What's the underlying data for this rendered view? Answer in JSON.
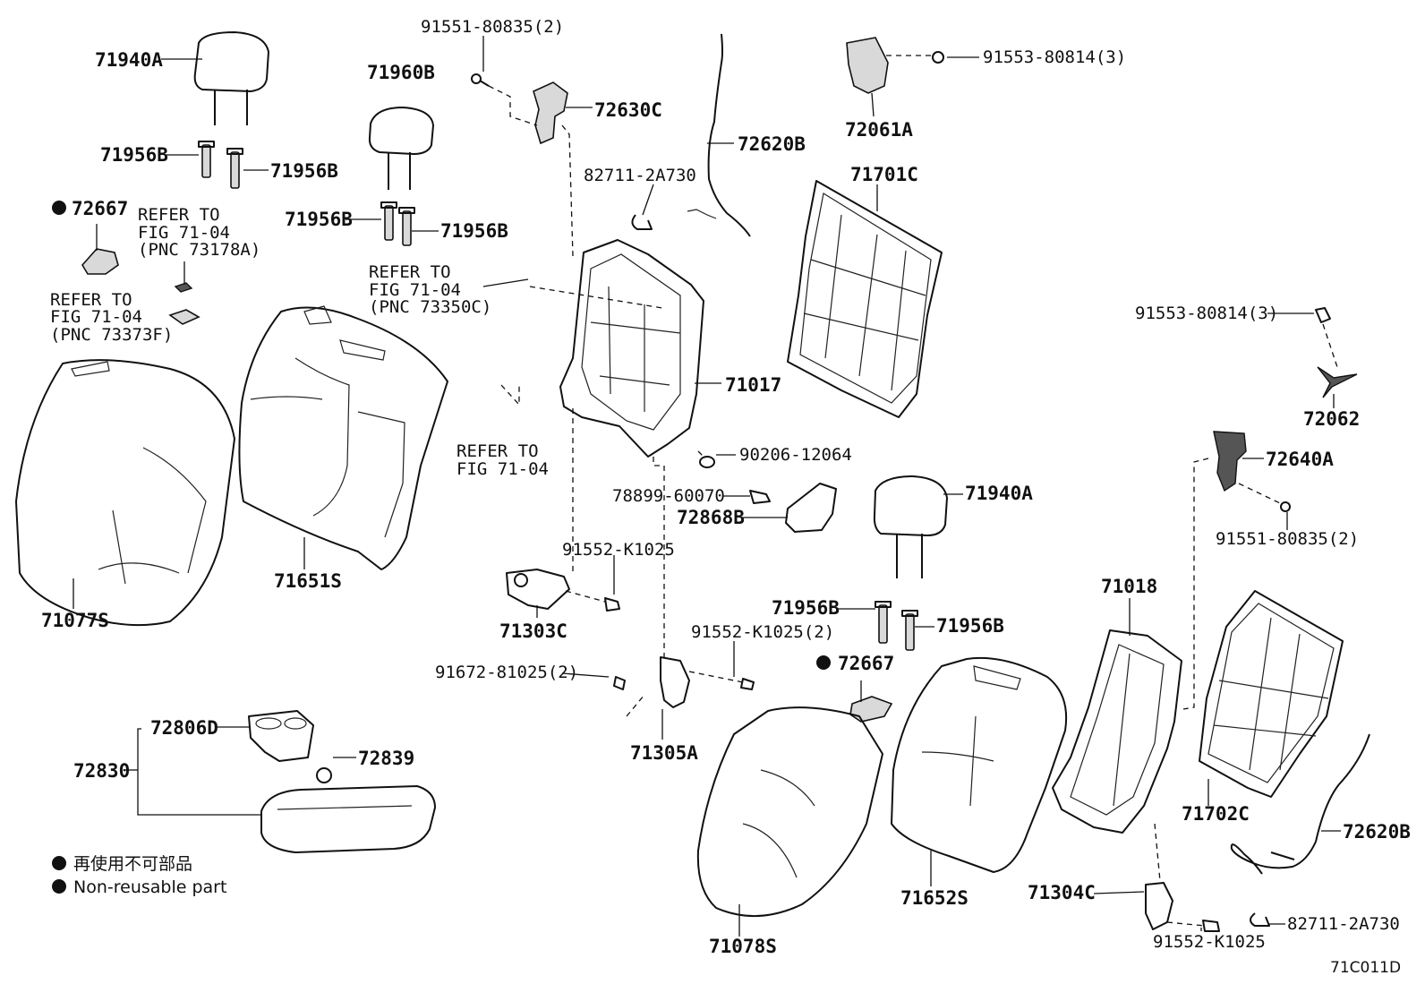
{
  "labels": {
    "l71940A_1": "71940A",
    "l71956B_1": "71956B",
    "l71956B_2": "71956B",
    "l72667_1": "72667",
    "l_refer1": "REFER TO",
    "l_fig1": "FIG 71-04",
    "l_pnc1": "(PNC 73178A)",
    "l_refer2": "REFER TO",
    "l_fig2": "FIG 71-04",
    "l_pnc2": "(PNC 73373F)",
    "l71960B": "71960B",
    "l71956B_3": "71956B",
    "l71956B_4": "71956B",
    "l_refer3": "REFER TO",
    "l_fig3": "FIG 71-04",
    "l_pnc3": "(PNC 73350C)",
    "l_refer4": "REFER TO",
    "l_fig4": "FIG 71-04",
    "l91551_1": "91551-80835(2)",
    "l72630C": "72630C",
    "l82711_1": "82711-2A730",
    "l72620B_1": "72620B",
    "l71017": "71017",
    "l90206": "90206-12064",
    "l78899": "78899-60070",
    "l72868B": "72868B",
    "l91553_1": "91553-80814(3)",
    "l72061A": "72061A",
    "l71701C": "71701C",
    "l91553_2": "91553-80814(3)",
    "l72062": "72062",
    "l72640A": "72640A",
    "l91551_2": "91551-80835(2)",
    "l71077S": "71077S",
    "l71651S": "71651S",
    "l91552_1": "91552-K1025",
    "l71303C": "71303C",
    "l91552_2": "91552-K1025(2)",
    "l91672": "91672-81025(2)",
    "l71305A": "71305A",
    "l71940A_2": "71940A",
    "l71956B_5": "71956B",
    "l71956B_6": "71956B",
    "l72667_2": "72667",
    "l71018": "71018",
    "l72806D": "72806D",
    "l72839": "72839",
    "l72830": "72830",
    "l71078S": "71078S",
    "l71652S": "71652S",
    "l71304C": "71304C",
    "l91552_3": "91552-K1025",
    "l71702C": "71702C",
    "l72620B_2": "72620B",
    "l82711_2": "82711-2A730",
    "legend_jp": "再使用不可部品",
    "legend_en": "Non-reusable part",
    "fig_code": "71C011D"
  }
}
